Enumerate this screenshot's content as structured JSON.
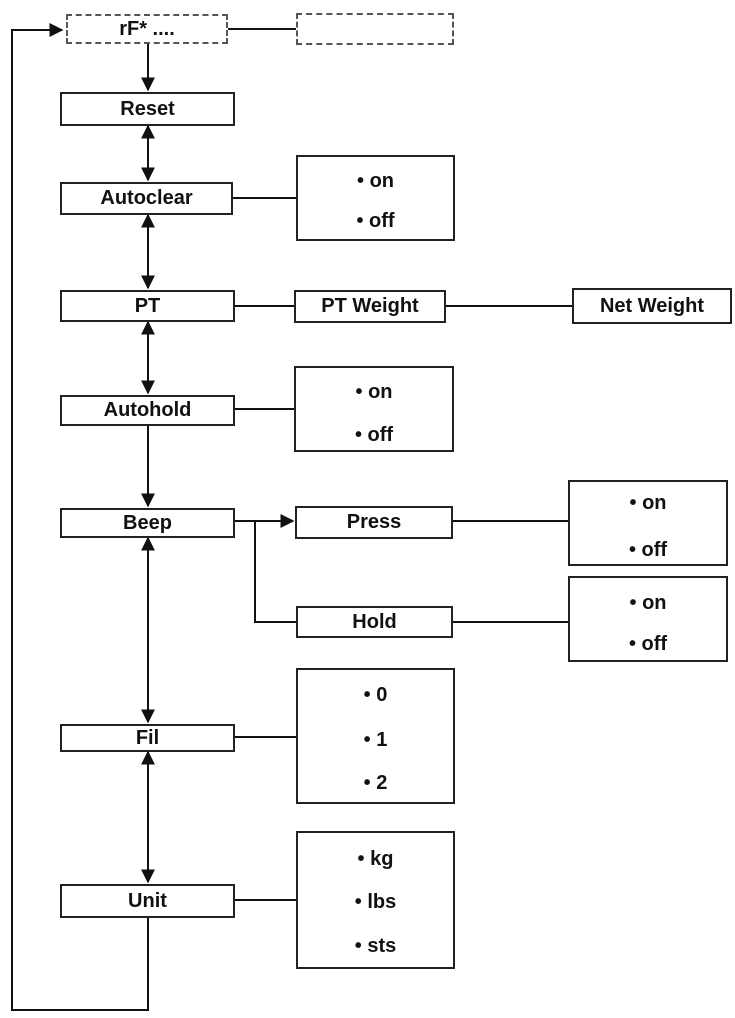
{
  "menu": {
    "start": "rF* ....",
    "reset": "Reset",
    "autoclear": "Autoclear",
    "pt": "PT",
    "pt_weight": "PT Weight",
    "net_weight": "Net Weight",
    "autohold": "Autohold",
    "beep": "Beep",
    "press": "Press",
    "hold": "Hold",
    "fil": "Fil",
    "unit": "Unit"
  },
  "options": {
    "autoclear": [
      "on",
      "off"
    ],
    "autohold": [
      "on",
      "off"
    ],
    "press": [
      "on",
      "off"
    ],
    "hold": [
      "on",
      "off"
    ],
    "fil": [
      "0",
      "1",
      "2"
    ],
    "unit": [
      "kg",
      "lbs",
      "sts"
    ]
  }
}
